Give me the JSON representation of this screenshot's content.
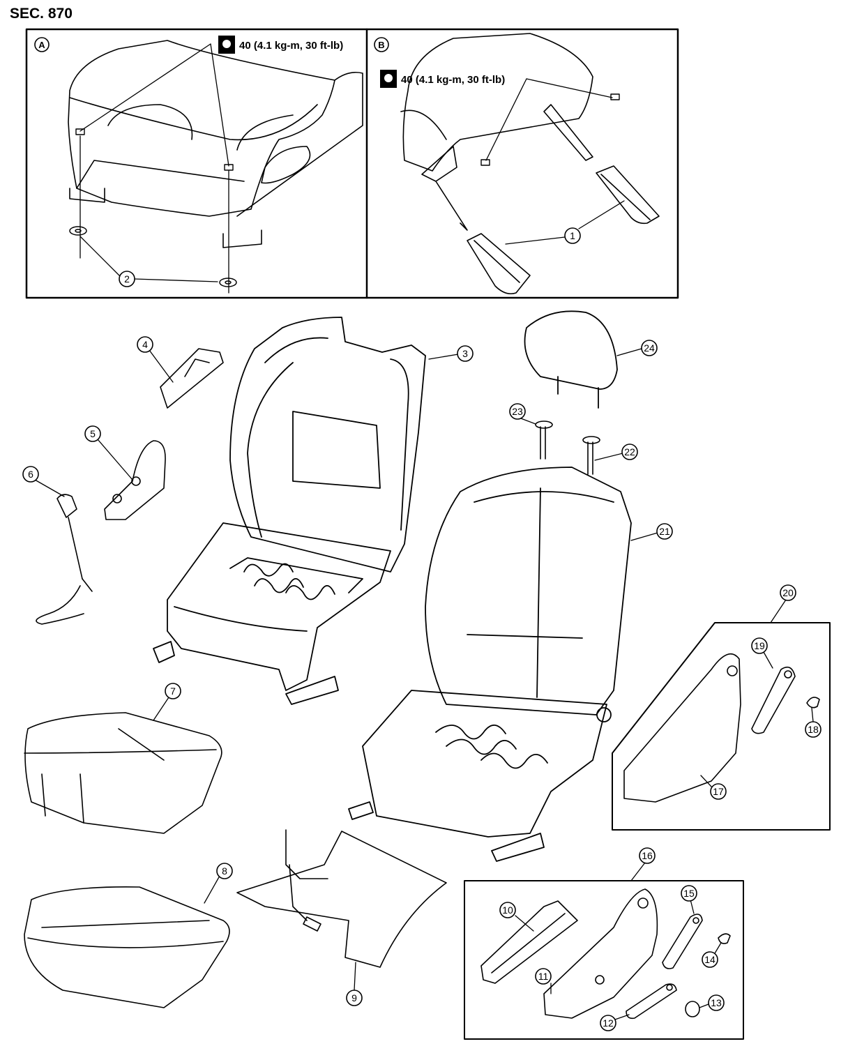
{
  "section_label": "SEC. 870",
  "torque_spec": "40 (4.1 kg-m, 30 ft-lb)",
  "panels": {
    "a": "A",
    "b": "B"
  },
  "callouts": {
    "c1": "1",
    "c2": "2",
    "c3": "3",
    "c4": "4",
    "c5": "5",
    "c6": "6",
    "c7": "7",
    "c8": "8",
    "c9": "9",
    "c10": "10",
    "c11": "11",
    "c12": "12",
    "c13": "13",
    "c14": "14",
    "c15": "15",
    "c16": "16",
    "c17": "17",
    "c18": "18",
    "c19": "19",
    "c20": "20",
    "c21": "21",
    "c22": "22",
    "c23": "23",
    "c24": "24"
  }
}
